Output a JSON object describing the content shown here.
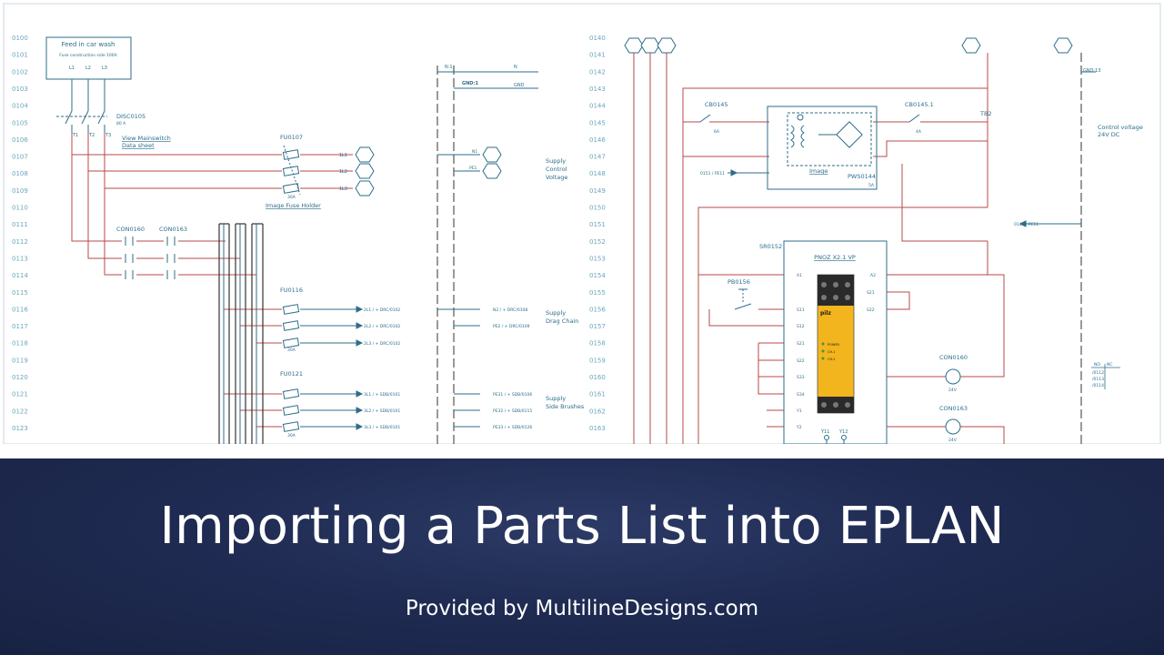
{
  "colors": {
    "wire": "#b84a4a",
    "component": "#2c6e8a",
    "text": "#2c6e8a",
    "line_number": "#6aa6c0",
    "pnoz_body": "#f2b51d",
    "banner_top": "#2c3a66",
    "banner_bottom": "#182243"
  },
  "schematic": {
    "left_line_numbers": [
      "0100",
      "0101",
      "0102",
      "0103",
      "0104",
      "0105",
      "0106",
      "0107",
      "0108",
      "0109",
      "0110",
      "0111",
      "0112",
      "0113",
      "0114",
      "0115",
      "0116",
      "0117",
      "0118",
      "0119",
      "0120",
      "0121",
      "0122",
      "0123"
    ],
    "mid_line_numbers": [
      "0140",
      "0141",
      "0142",
      "0143",
      "0144",
      "0145",
      "0146",
      "0147",
      "0148",
      "0149",
      "0150",
      "0151",
      "0152",
      "0153",
      "0154",
      "0155",
      "0156",
      "0157",
      "0158",
      "0159",
      "0160",
      "0161",
      "0162",
      "0163"
    ],
    "feed": {
      "title": "Feed in car wash",
      "subtitle": "Fuse construction side 100A",
      "l1": "L1",
      "l2": "L2",
      "l3": "L3"
    },
    "disc": {
      "name": "DISC0105",
      "rating": "80 A",
      "t1": "T1",
      "t2": "T2",
      "t3": "T3"
    },
    "links": {
      "mainswitch_1": "View Mainswitch",
      "mainswitch_2": "Data sheet",
      "fuse_holder": "Image Fuse Holder",
      "image": "Image"
    },
    "fuses": {
      "fu0107": "FU0107",
      "fu0116": "FU0116",
      "fu0121": "FU0121",
      "rating": "30A"
    },
    "contactors": {
      "con0160": "CON0160",
      "con0163": "CON0163"
    },
    "outputs_0107": [
      "1L1",
      "1L2",
      "1L3"
    ],
    "arrows_0116": [
      "2L1 / + DRC/0102",
      "2L2 / + DRC/0102",
      "2L3 / + DRC/0102"
    ],
    "arrows_0121": [
      "3L1 / + SDB/0101",
      "3L2 / + SDB/0101",
      "3L3 / + SDB/0101"
    ],
    "mid": {
      "n1": "N:1",
      "n": "N",
      "gnd1": "GND:1",
      "gnd": "GND",
      "supply_control": [
        "Supply",
        "Control",
        "Voltage"
      ],
      "supply_drag": [
        "Supply",
        "Drag Chain"
      ],
      "supply_side": [
        "Supply",
        "Side Brushes"
      ],
      "drag_arrows": [
        "N2 / + DRC/0108",
        "PE2 / + DRC/0109"
      ],
      "side_arrows": [
        "PE31 / + SDB/0106",
        "PE32 / + SDB/0115",
        "PE33 / + SDB/0126"
      ],
      "hex_n1": "N1",
      "hex_pe1": "PE1"
    },
    "right": {
      "cb0145": "CB0145",
      "cb0145_rating": "6A",
      "cb01451": "CB0145.1",
      "cb01451_rating": "4A",
      "pws": "PWS0144",
      "pws_rating": "5A",
      "tb2": "TB2",
      "control_voltage": [
        "Control voltage",
        "24V DC"
      ],
      "sr": "SR0152",
      "pnoz": "PNOZ X2.1 VP",
      "pnoz_labels": {
        "logo": "pilz",
        "power": "POWER",
        "ch1": "CH.1",
        "ch2": "CH.2"
      },
      "pb": "PB0156",
      "con0160": "CON0160",
      "con0163": "CON0163",
      "coil_voltage": "24V",
      "gnd13": "GND:13",
      "ref_pe11": "0151 / PE11",
      "ref_0148": "0148 / PE11",
      "sr_terminals": [
        "A1",
        "S11",
        "S12",
        "S21",
        "S22",
        "S33",
        "S34",
        "Y1",
        "Y2"
      ],
      "sr_right_terminals": [
        "A2",
        "S21",
        "S22"
      ],
      "no_nc": [
        "NO",
        "NC"
      ],
      "cross_ref": [
        "/0112",
        "/0113",
        "/0114"
      ],
      "yterms": [
        "Y11",
        "Y12"
      ]
    }
  },
  "banner": {
    "title": "Importing a Parts List into EPLAN",
    "subtitle": "Provided by MultilineDesigns.com"
  }
}
